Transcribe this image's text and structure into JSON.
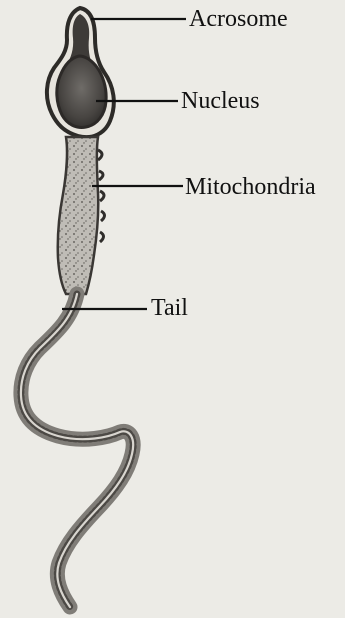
{
  "labels": {
    "acrosome": "Acrosome",
    "nucleus": "Nucleus",
    "mitochondria": "Mitochondria",
    "tail": "Tail"
  }
}
